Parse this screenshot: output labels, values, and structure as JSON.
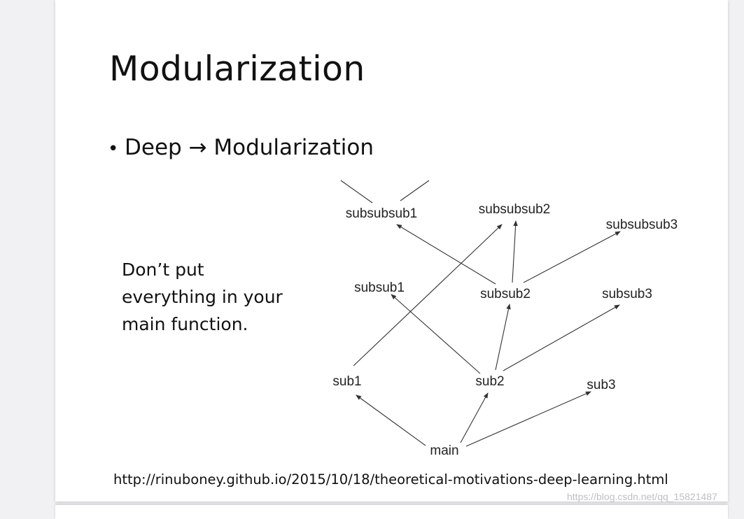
{
  "slide": {
    "title": "Modularization",
    "bullet": "Deep → Modularization",
    "bullet_marker": "•",
    "note_lines": [
      "Don’t put",
      "everything in your",
      "main function."
    ],
    "link": "http://rinuboney.github.io/2015/10/18/theoretical-motivations-deep-learning.html"
  },
  "watermark": "https://blog.csdn.net/qq_15821487",
  "diagram": {
    "nodes": [
      {
        "id": "subsubsub1",
        "label": "subsubsub1"
      },
      {
        "id": "subsubsub2",
        "label": "subsubsub2"
      },
      {
        "id": "subsubsub3",
        "label": "subsubsub3"
      },
      {
        "id": "subsub1",
        "label": "subsub1"
      },
      {
        "id": "subsub2",
        "label": "subsub2"
      },
      {
        "id": "subsub3",
        "label": "subsub3"
      },
      {
        "id": "sub1",
        "label": "sub1"
      },
      {
        "id": "sub2",
        "label": "sub2"
      },
      {
        "id": "sub3",
        "label": "sub3"
      },
      {
        "id": "main",
        "label": "main"
      }
    ],
    "edges": [
      {
        "from": "main",
        "to": "sub1"
      },
      {
        "from": "main",
        "to": "sub2"
      },
      {
        "from": "main",
        "to": "sub3"
      },
      {
        "from": "sub1",
        "to": "subsubsub2"
      },
      {
        "from": "sub2",
        "to": "subsub1"
      },
      {
        "from": "sub2",
        "to": "subsub2"
      },
      {
        "from": "sub2",
        "to": "subsub3"
      },
      {
        "from": "subsub2",
        "to": "subsubsub1"
      },
      {
        "from": "subsub2",
        "to": "subsubsub2"
      },
      {
        "from": "subsub2",
        "to": "subsubsub3"
      }
    ]
  },
  "colors": {
    "text": "#111111",
    "line": "#333333",
    "background": "#ffffff"
  }
}
